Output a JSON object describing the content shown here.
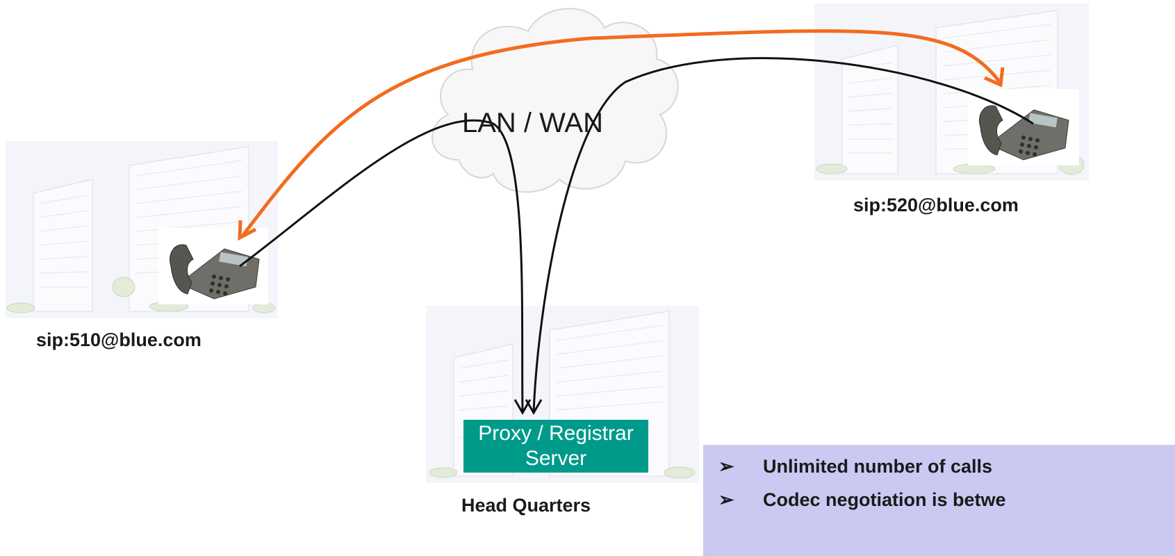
{
  "network": {
    "label": "LAN / WAN"
  },
  "left_site": {
    "address": "sip:510@blue.com"
  },
  "right_site": {
    "address": "sip:520@blue.com"
  },
  "headquarters": {
    "label": "Head Quarters",
    "server_line1": "Proxy / Registrar",
    "server_line2": "Server"
  },
  "notes": {
    "bullet_glyph": "➢",
    "items": [
      "Unlimited number of calls",
      "Codec negotiation is betwe"
    ]
  },
  "colors": {
    "media_path": "#f26c1e",
    "signaling_path": "#111111",
    "server_fill": "#009a8a",
    "notes_fill": "#c9c9f2"
  },
  "icons": [
    "cloud-icon",
    "building-icon",
    "desk-phone-icon"
  ]
}
